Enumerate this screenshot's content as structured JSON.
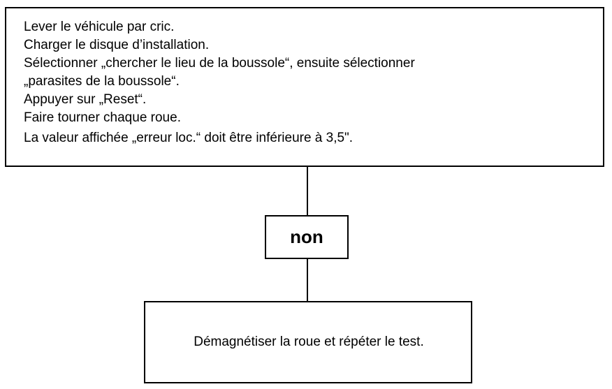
{
  "instructions": {
    "lines": [
      "Lever le véhicule par cric.",
      "Charger le disque d’installation.",
      "Sélectionner „chercher le lieu de la boussole“, ensuite sélectionner",
      "„parasites de la boussole“.",
      "Appuyer sur „Reset“.",
      "Faire tourner chaque roue.",
      "La valeur affichée „erreur loc.“ doit être inférieure à 3,5\"."
    ]
  },
  "decision": {
    "label": "non"
  },
  "action": {
    "text": "Démagnétiser la roue et répéter le test."
  }
}
